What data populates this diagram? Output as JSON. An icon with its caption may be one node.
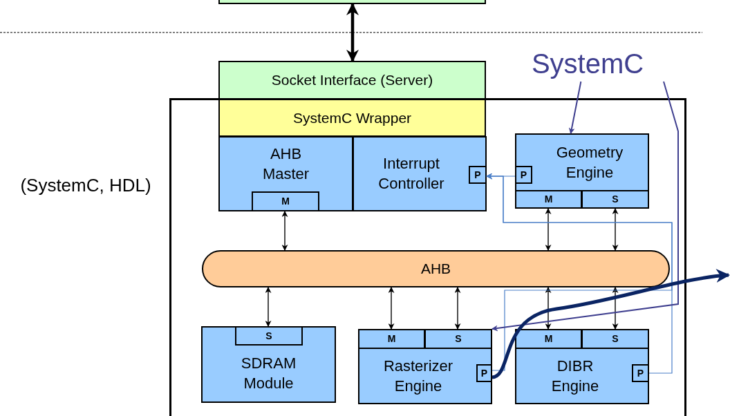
{
  "diagram": {
    "nodes": [
      {
        "text": [],
        "shape": "box"
      },
      {
        "text": [
          "Socket Interface (Server)"
        ]
      },
      {
        "text": [],
        "shape": "box"
      },
      {
        "text": [
          "SystemC Wrapper"
        ],
        "in": 2
      },
      {
        "text": [
          "AHB Master"
        ],
        "in": 2
      },
      {
        "text": [
          "M"
        ],
        "in": 4
      },
      {
        "text": [
          "Interrupt Controller"
        ],
        "in": 2
      },
      {
        "text": [
          "P"
        ],
        "in": 6
      },
      {
        "text": [
          "Geometry Engine"
        ],
        "in": 2
      },
      {
        "text": [
          "P"
        ],
        "in": 8
      },
      {
        "text": [
          "M"
        ],
        "in": 8
      },
      {
        "text": [
          "S"
        ],
        "in": 8
      },
      {
        "text": [
          "AHB"
        ],
        "in": 2
      },
      {
        "text": [
          "SDRAM Module"
        ],
        "in": 2
      },
      {
        "text": [
          "S"
        ],
        "in": 13
      },
      {
        "text": [
          "Rasterizer Engine"
        ],
        "in": 2
      },
      {
        "text": [
          "M"
        ],
        "in": 15
      },
      {
        "text": [
          "S"
        ],
        "in": 15
      },
      {
        "text": [
          "P"
        ],
        "in": 15
      },
      {
        "text": [
          "DIBR Engine"
        ],
        "in": 2
      },
      {
        "text": [
          "M"
        ],
        "in": 19
      },
      {
        "text": [
          "S"
        ],
        "in": 19
      },
      {
        "text": [
          "P"
        ],
        "in": 19
      },
      {
        "text": [
          "SystemC"
        ]
      }
    ],
    "edges": [
      {
        "from": 0,
        "to": 1,
        "arrow": "both",
        "style": "thick"
      },
      {
        "from": 5,
        "to": 12,
        "arrow": "both"
      },
      {
        "from": 10,
        "to": 12,
        "arrow": "both"
      },
      {
        "from": 11,
        "to": 12,
        "arrow": "both"
      },
      {
        "from": 12,
        "to": 14,
        "arrow": "both"
      },
      {
        "from": 12,
        "to": 16,
        "arrow": "both"
      },
      {
        "from": 12,
        "to": 17,
        "arrow": "both"
      },
      {
        "from": 12,
        "to": 20,
        "arrow": "both"
      },
      {
        "from": 12,
        "to": 21,
        "arrow": "both"
      },
      {
        "from": 9,
        "to": 7,
        "arrow": "to",
        "color": "#4a7fc8"
      },
      {
        "from": 18,
        "to": 7,
        "arrow": "to",
        "color": "#4a7fc8"
      },
      {
        "from": 22,
        "to": 7,
        "arrow": "to",
        "color": "#4a7fc8"
      },
      {
        "from": 23,
        "to": 8,
        "arrow": "to",
        "color": "#3f3f8f"
      },
      {
        "from": 23,
        "to": 15,
        "arrow": "to",
        "color": "#3f3f8f"
      },
      {
        "from": 18,
        "to": null,
        "arrow": "to",
        "style": "thick",
        "color": "#0a2463"
      }
    ],
    "labels": [
      "(SystemC, HDL)"
    ]
  }
}
